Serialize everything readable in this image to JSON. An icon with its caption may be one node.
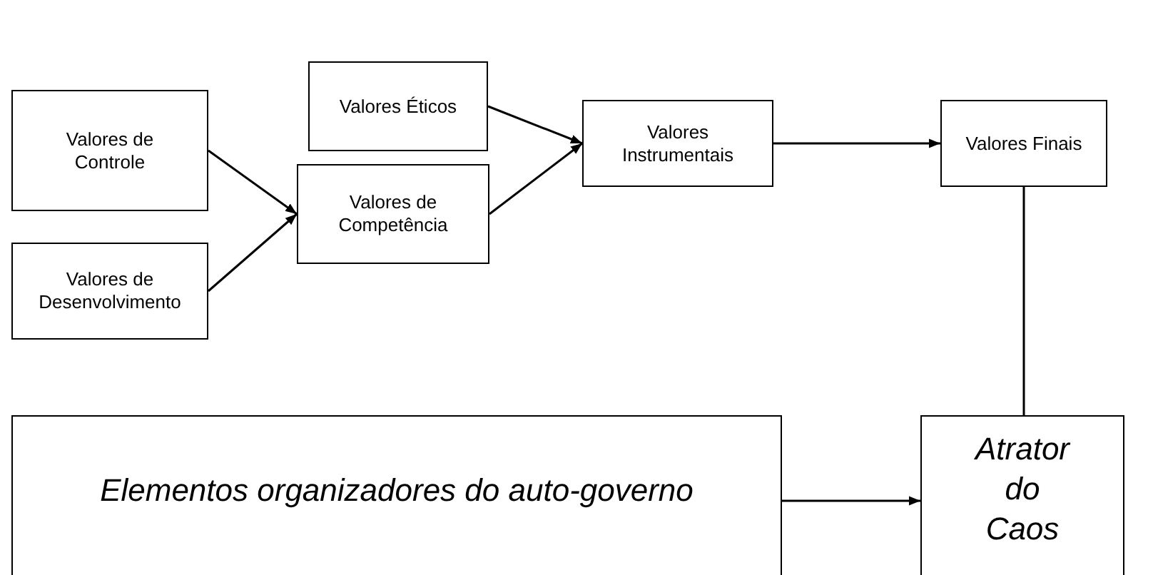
{
  "diagram": {
    "nodes": [
      {
        "text": [
          "Valores de Controle"
        ]
      },
      {
        "text": [
          "Valores de Desenvolvimento"
        ]
      },
      {
        "text": [
          "Valores Éticos"
        ]
      },
      {
        "text": [
          "Valores de Competência"
        ]
      },
      {
        "text": [
          "Valores Instrumentais"
        ]
      },
      {
        "text": [
          "Valores Finais"
        ]
      },
      {
        "text": [
          "Elementos organizadores do auto-governo"
        ]
      },
      {
        "text": [
          "Atrator do Caos"
        ]
      }
    ],
    "edges": [
      {
        "from": 0,
        "to": 3,
        "arrow": "to"
      },
      {
        "from": 1,
        "to": 3,
        "arrow": "to"
      },
      {
        "from": 2,
        "to": 4,
        "arrow": "to"
      },
      {
        "from": 3,
        "to": 4,
        "arrow": "to"
      },
      {
        "from": 4,
        "to": 5,
        "arrow": "to"
      },
      {
        "from": 5,
        "to": 7,
        "arrow": "none"
      },
      {
        "from": 6,
        "to": 7,
        "arrow": "to"
      }
    ]
  }
}
